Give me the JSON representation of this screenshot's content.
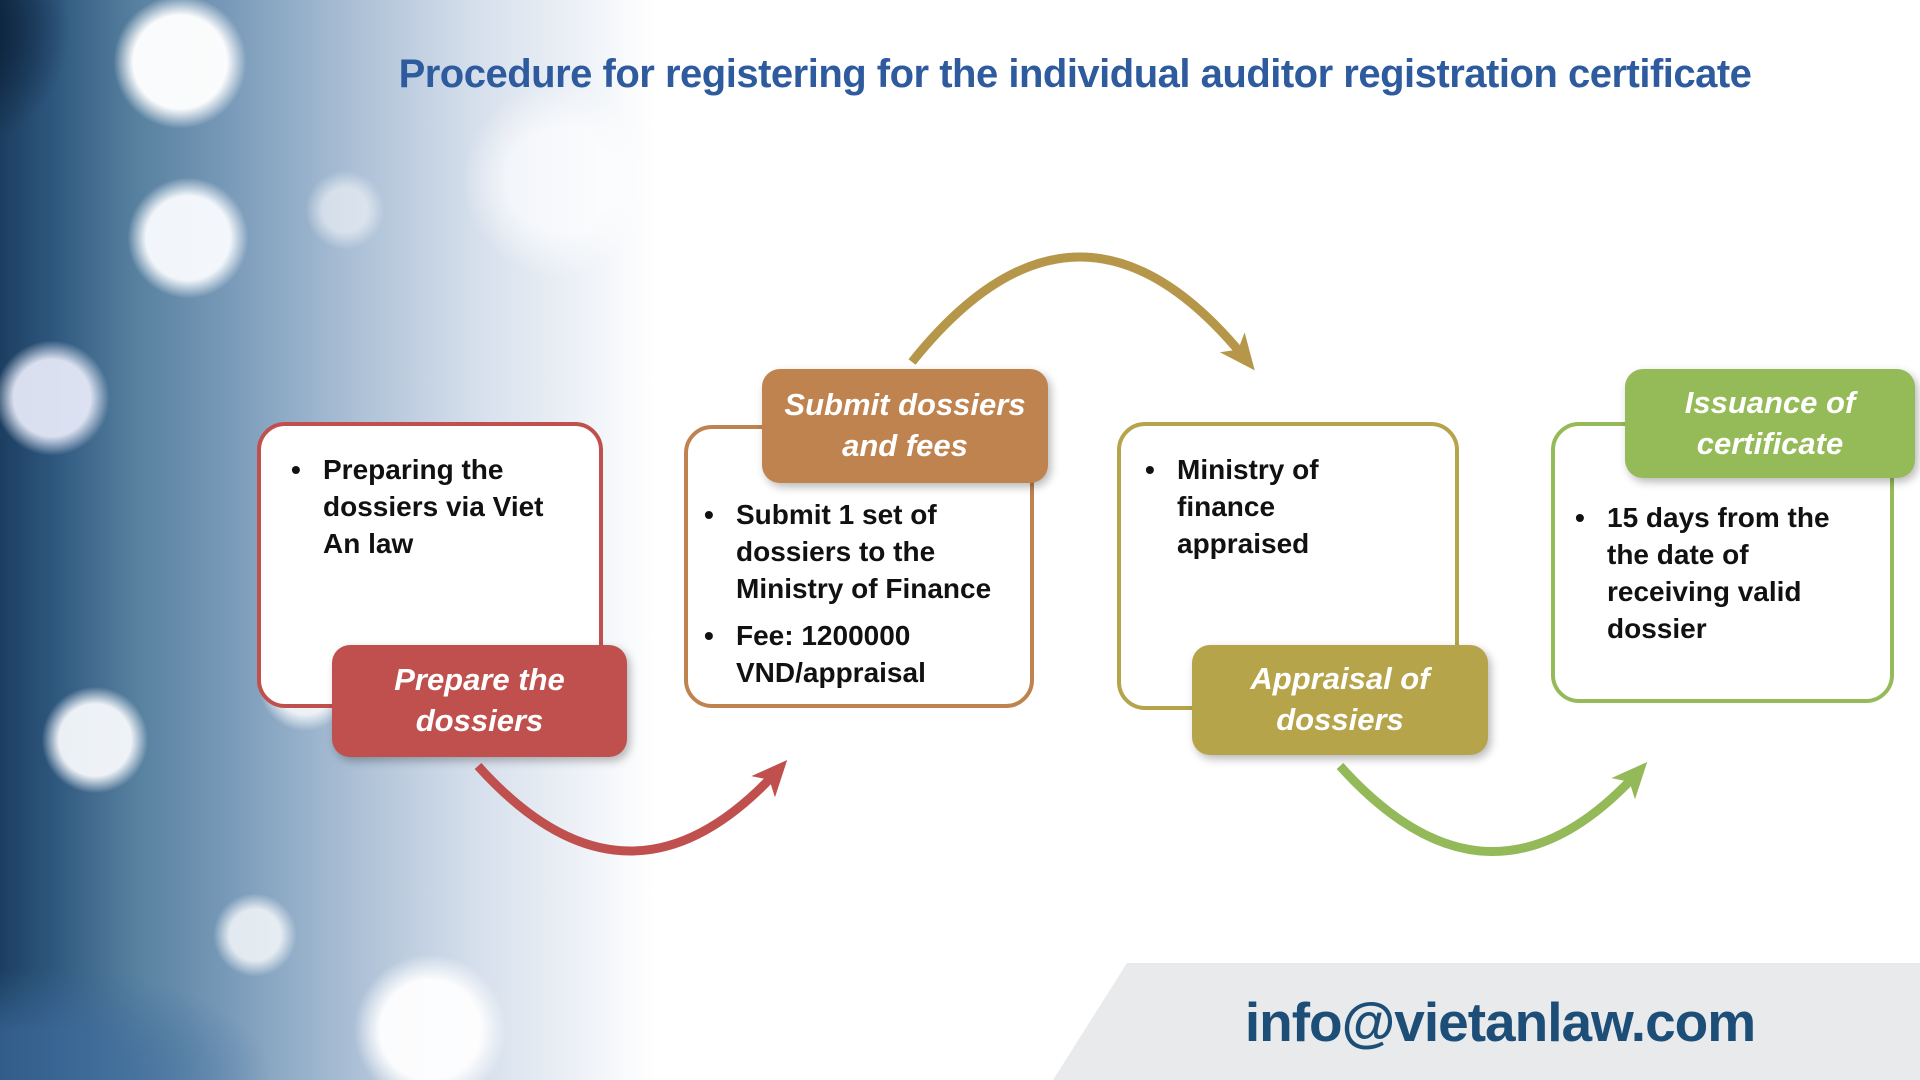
{
  "title": "Procedure for registering for the individual auditor registration certificate",
  "colors": {
    "title_text": "#2e5a9e",
    "body_text": "#111111",
    "footer_bg": "#e9eaeb",
    "email_text": "#1c4e78"
  },
  "steps": [
    {
      "name": "prepare",
      "label": "Prepare the dossiers",
      "label_position": "bottom",
      "color": "#c0504d",
      "bullets": [
        "Preparing the dossiers via Viet An law"
      ]
    },
    {
      "name": "submit",
      "label": "Submit dossiers and fees",
      "label_position": "top",
      "color": "#bf8350",
      "bullets": [
        "Submit 1 set of dossiers to the Ministry of Finance",
        "Fee: 1200000 VND/appraisal"
      ]
    },
    {
      "name": "appraisal",
      "label": "Appraisal of dossiers",
      "label_position": "bottom",
      "color": "#b5a44a",
      "bullets": [
        "Ministry of finance appraised"
      ]
    },
    {
      "name": "issuance",
      "label": "Issuance of certificate",
      "label_position": "top",
      "color": "#95ba58",
      "bullets": [
        "15 days from the the date of receiving valid dossier"
      ]
    }
  ],
  "arrows": [
    {
      "from": "prepare",
      "to": "submit",
      "shape": "arc-below",
      "color": "#c0504d"
    },
    {
      "from": "submit",
      "to": "appraisal",
      "shape": "arc-above",
      "color": "#b6974a"
    },
    {
      "from": "appraisal",
      "to": "issuance",
      "shape": "arc-below",
      "color": "#94b958"
    }
  ],
  "footer": {
    "email": "info@vietanlaw.com"
  }
}
